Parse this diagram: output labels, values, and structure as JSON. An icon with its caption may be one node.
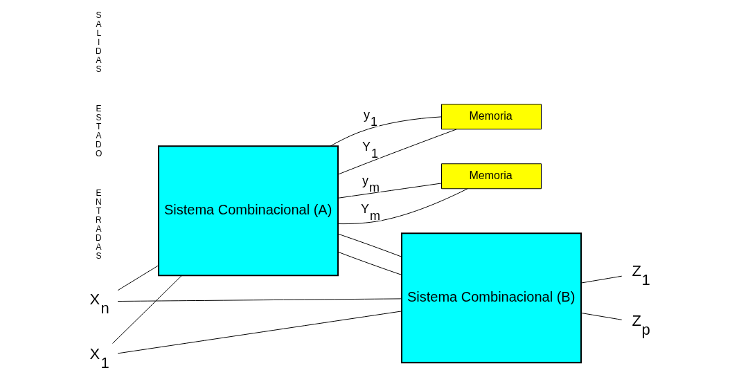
{
  "diagram": {
    "nodes": [
      {
        "text": [
          "X$_{1}$"
        ]
      },
      {
        "text": [
          "X$_{n}$"
        ]
      },
      {
        "text": [
          "Sistema Combinacional (A)"
        ]
      },
      {
        "text": [
          "Sistema Combinacional (B)"
        ]
      },
      {
        "text": [
          "Memoria"
        ]
      },
      {
        "text": [
          "Memoria"
        ]
      },
      {
        "text": [
          "Z$_{1}$"
        ]
      },
      {
        "text": [
          "Z$_{p}$"
        ]
      }
    ],
    "edges": [
      {
        "from": 0,
        "to": 2,
        "arrow": "none"
      },
      {
        "from": 0,
        "to": 3,
        "arrow": "none"
      },
      {
        "from": 1,
        "to": 2,
        "arrow": "none"
      },
      {
        "from": 1,
        "to": 3,
        "arrow": "none"
      },
      {
        "from": 2,
        "to": 4,
        "arrow": "none",
        "label": "Y$_{1}$"
      },
      {
        "from": 2,
        "to": 3,
        "arrow": "none"
      },
      {
        "from": 2,
        "to": 5,
        "arrow": "none",
        "label": "Y$_{m}$"
      },
      {
        "from": 2,
        "to": 3,
        "arrow": "none"
      },
      {
        "from": 4,
        "to": 2,
        "arrow": "none",
        "label": "y$_{1}$"
      },
      {
        "from": 5,
        "to": 2,
        "arrow": "none",
        "label": "y$_{m}$"
      },
      {
        "from": 3,
        "to": 6,
        "arrow": "none"
      },
      {
        "from": 3,
        "to": 7,
        "arrow": "none"
      }
    ],
    "labels": [
      "ENTRADAS",
      "ESTADO",
      "SALIDAS"
    ]
  }
}
